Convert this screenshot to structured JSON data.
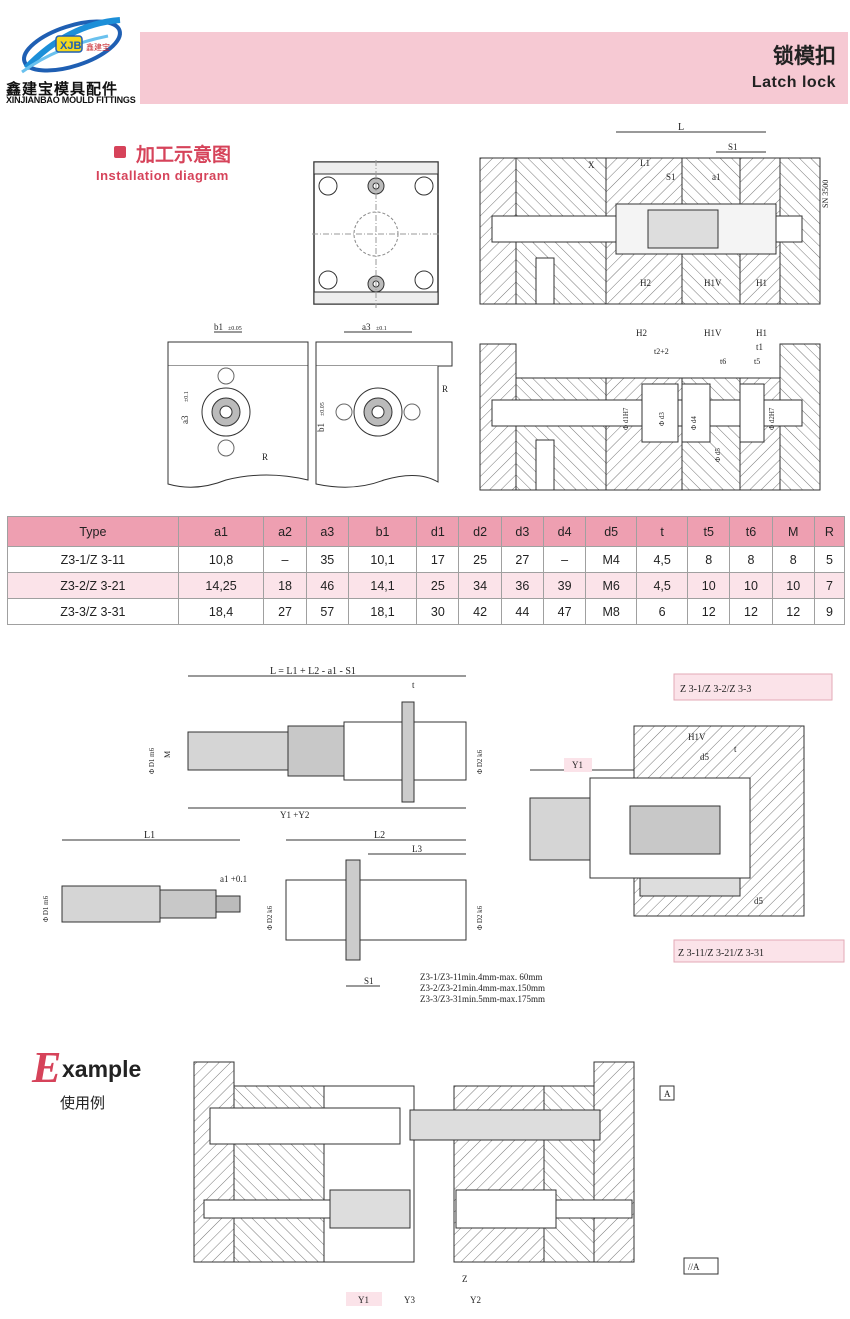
{
  "header": {
    "title_cn": "锁模扣",
    "title_en": "Latch lock",
    "brand_cn": "鑫建宝模具配件",
    "brand_en": "XINJIANBAO MOULD FITTINGS",
    "logo_badge": "XJB",
    "logo_text": "鑫建宝",
    "accent_color": "#d6435a",
    "band_color": "#f6c9d3"
  },
  "install": {
    "title_cn": "加工示意图",
    "title_en": "Installation diagram"
  },
  "labels": {
    "L": "L",
    "S1": "S1",
    "X": "X",
    "L1": "L1",
    "a1": "a1",
    "SN": "SN 3500",
    "H2": "H2",
    "H1V": "H1V",
    "H1": "H1",
    "t1": "t1",
    "t2": "t2+2",
    "t5": "t5",
    "t6": "t6",
    "b1": "b1",
    "a3": "a3",
    "R": "R",
    "pm005": "±0.05",
    "pm01": "±0.1",
    "d1": "Φ d1H7",
    "d3": "Φ d3",
    "d2": "Φ d2H7",
    "d4": "Φ d4",
    "d5": "Φ d5",
    "formula": "L = L1 + L2 - a1 - S1",
    "t": "t",
    "M": "M",
    "D1": "Φ D1 m6",
    "D2": "Φ D2 k6",
    "Y1Y2": "Y1 +Y2",
    "Y1": "Y1",
    "L2": "L2",
    "L3": "L3",
    "a1tol": "a1 +0.1",
    "d5b": "d5",
    "z_top": "Z 3-1/Z 3-2/Z 3-3",
    "z_bot": "Z 3-11/Z 3-21/Z 3-31",
    "A": "A",
    "A2": "//A",
    "Z": "Z",
    "Y3": "Y3",
    "Y2": "Y2"
  },
  "ranges": [
    "Z3-1/Z3-11min.4mm-max. 60mm",
    "Z3-2/Z3-21min.4mm-max.150mm",
    "Z3-3/Z3-31min.5mm-max.175mm"
  ],
  "table": {
    "headers": [
      "Type",
      "a1",
      "a2",
      "a3",
      "b1",
      "d1",
      "d2",
      "d3",
      "d4",
      "d5",
      "t",
      "t5",
      "t6",
      "M",
      "R"
    ],
    "rows": [
      [
        "Z3-1/Z 3-11",
        "10,8",
        "–",
        "35",
        "10,1",
        "17",
        "25",
        "27",
        "–",
        "M4",
        "4,5",
        "8",
        "8",
        "8",
        "5"
      ],
      [
        "Z3-2/Z 3-21",
        "14,25",
        "18",
        "46",
        "14,1",
        "25",
        "34",
        "36",
        "39",
        "M6",
        "4,5",
        "10",
        "10",
        "10",
        "7"
      ],
      [
        "Z3-3/Z 3-31",
        "18,4",
        "27",
        "57",
        "18,1",
        "30",
        "42",
        "44",
        "47",
        "M8",
        "6",
        "12",
        "12",
        "12",
        "9"
      ]
    ],
    "header_color": "#ee9fb1",
    "stripe_color": "#fbe3e9"
  },
  "example": {
    "initial": "E",
    "rest": "xample",
    "title_cn": "使用例"
  }
}
